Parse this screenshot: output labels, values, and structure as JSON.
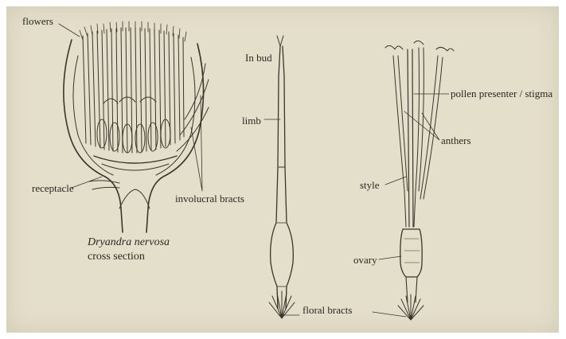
{
  "figure": {
    "background_color": "#e4dfcb",
    "ink_color": "#3a352c",
    "left_panel": {
      "labels": {
        "flowers": "flowers",
        "receptacle": "receptacle",
        "involucral_bracts": "involucral bracts"
      },
      "caption": {
        "species": "Dryandra nervosa",
        "view": "cross section"
      }
    },
    "middle_panel": {
      "labels": {
        "in_bud": "In bud",
        "limb": "limb"
      }
    },
    "right_panel": {
      "labels": {
        "pollen_presenter": "pollen presenter / stigma",
        "anthers": "anthers",
        "style": "style",
        "ovary": "ovary",
        "floral_bracts": "floral bracts"
      }
    }
  }
}
